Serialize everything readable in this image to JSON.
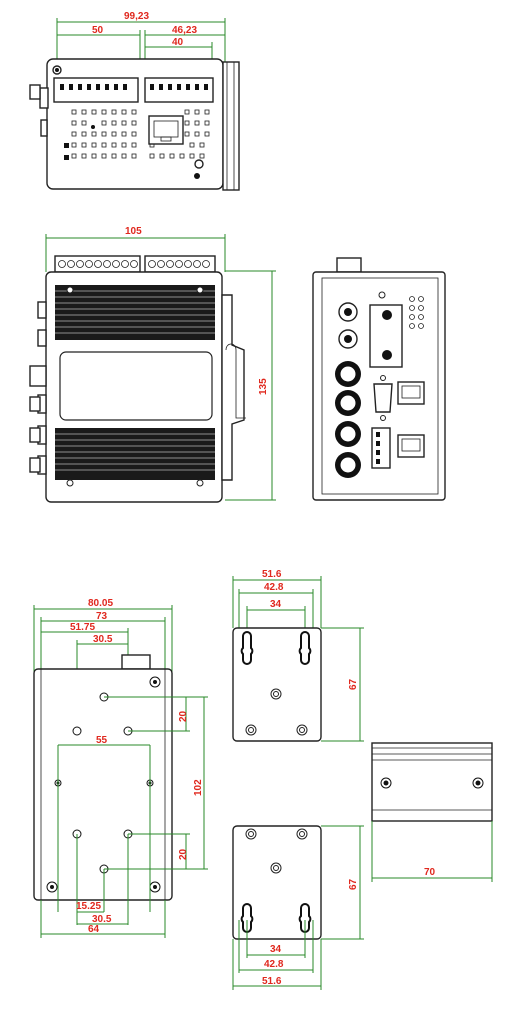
{
  "top_view": {
    "overall_width": "99,23",
    "left_offset": "50",
    "right_offset": "46,23",
    "right_inner": "40"
  },
  "front_view": {
    "width": "105",
    "height": "135"
  },
  "back_mount": {
    "overall_width": "80.05",
    "width_73": "73",
    "width_51_75": "51.75",
    "width_30_5_top": "30.5",
    "width_55": "55",
    "dim_20_top": "20",
    "dim_102": "102",
    "dim_20_bottom": "20",
    "width_15_25": "15.25",
    "width_30_5_bottom": "30.5",
    "width_64": "64"
  },
  "wall_plate_top": {
    "w1": "51.6",
    "w2": "42.8",
    "w3": "34",
    "h": "67"
  },
  "wall_plate_bottom": {
    "w1": "34",
    "w2": "42.8",
    "w3": "51.6",
    "h": "67"
  },
  "din_rail": {
    "length": "70"
  },
  "colors": {
    "dimension_text": "#e0281e",
    "dimension_line": "#2a8a2a",
    "outline": "#222222"
  }
}
